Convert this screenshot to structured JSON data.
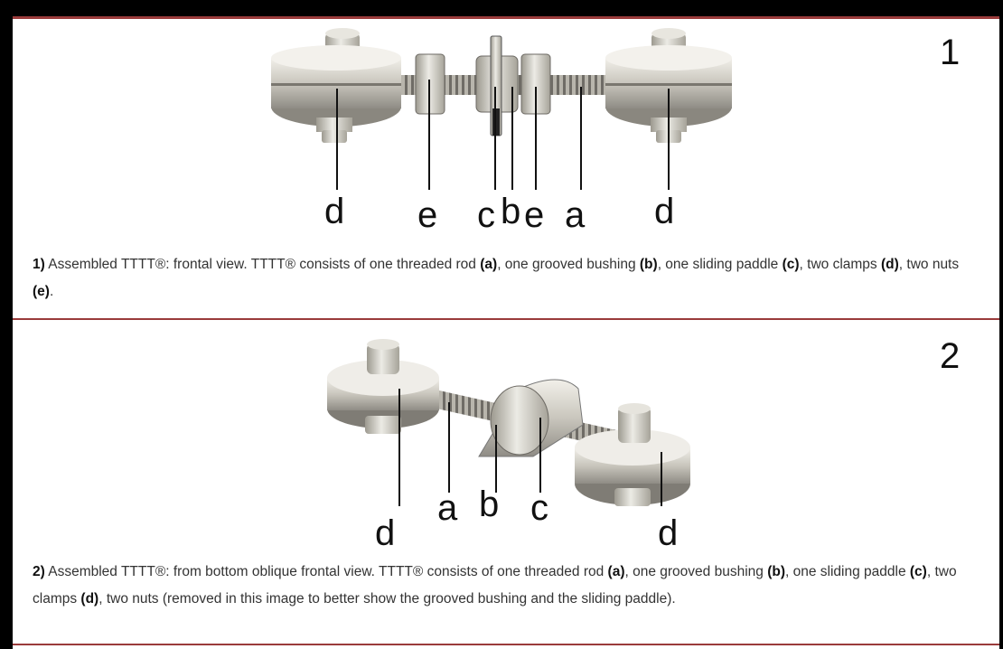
{
  "panel1": {
    "number": "1",
    "labels": {
      "d_left": "d",
      "e": "e",
      "c": "c",
      "b": "b",
      "e2": "e",
      "a": "a",
      "d_right": "d"
    },
    "caption": {
      "num": "1)",
      "t1": " Assembled TTTT®: frontal view. TTTT® consists of one threaded rod ",
      "a": "(a)",
      "t2": ", one grooved bushing ",
      "b": "(b)",
      "t3": ", one sliding paddle ",
      "c": "(c)",
      "t4": ", two clamps ",
      "d": "(d)",
      "t5": ", two nuts ",
      "e": "(e)",
      "t6": "."
    }
  },
  "panel2": {
    "number": "2",
    "labels": {
      "d_left": "d",
      "a": "a",
      "b": "b",
      "c": "c",
      "d_right": "d"
    },
    "caption": {
      "num": "2)",
      "t1": " Assembled TTTT®: from bottom oblique frontal view. TTTT® consists of one threaded rod ",
      "a": "(a)",
      "t2": ", one grooved bushing ",
      "b": "(b)",
      "t3": ", one sliding paddle ",
      "c": "(c)",
      "t4": ", two clamps ",
      "d": "(d)",
      "t5": ", two nuts (removed in this image to better show the grooved bushing and the sliding paddle)."
    }
  }
}
